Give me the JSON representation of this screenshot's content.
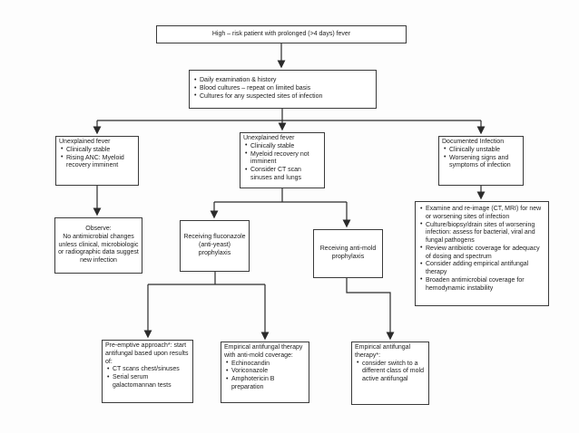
{
  "nodes": {
    "high_risk": {
      "text": "High – risk patient with prolonged (>4 days) fever"
    },
    "daily_eval": {
      "bullets": [
        "Daily examination & history",
        "Blood cultures – repeat on limited basis",
        "Cultures for any suspected sites of infection"
      ]
    },
    "unexplained_stable": {
      "title": "Unexplained fever",
      "bullets": [
        "Clinically stable",
        "Rising ANC: Myeloid recovery imminent"
      ]
    },
    "unexplained_not_imminent": {
      "title": "Unexplained fever",
      "bullets": [
        "Clinically stable",
        "Myeloid recovery not imminent",
        "Consider CT scan sinuses and lungs"
      ]
    },
    "documented_infection": {
      "title": "Documented Infection",
      "bullets": [
        "Clinically unstable",
        "Worsening signs and symptoms of infection"
      ]
    },
    "observe": {
      "title": "Observe:",
      "body": "No antimicrobial changes unless clinical, microbiologic or radiographic data suggest new infection"
    },
    "fluconazole": {
      "text": "Receiving fluconazole (anti-yeast) prophylaxis"
    },
    "anti_mold": {
      "text": "Receiving anti-mold prophylaxis"
    },
    "documented_actions": {
      "bullets": [
        "Examine and re-image (CT, MRI) for new or worsening sites of infection",
        "Culture/biopsy/drain sites of worsening infection: assess for bacterial, viral and fungal pathogens",
        "Review antibiotic coverage for adequacy of dosing and spectrum",
        "Consider adding empirical antifungal therapy",
        "Broaden antimicrobial coverage for hemodynamic instability"
      ]
    },
    "preemptive": {
      "title": "Pre-emptive approach*: start antifungal based upon results of:",
      "bullets": [
        "CT scans chest/sinuses",
        "Serial serum galactomannan tests"
      ]
    },
    "empirical_antimold": {
      "title": "Empirical antifungal therapy with anti-mold coverage:",
      "bullets": [
        "Echinocandin",
        "Voriconazole",
        "Amphotericin B preparation"
      ]
    },
    "empirical_switch": {
      "title": "Empirical antifungal therapy*:",
      "bullets": [
        "consider switch to a different class of mold active antifungal"
      ]
    }
  },
  "colors": {
    "line": "#2b2b2b",
    "border": "#3a3a3a",
    "text": "#1c1c1c",
    "background": "#fdfdfd"
  }
}
